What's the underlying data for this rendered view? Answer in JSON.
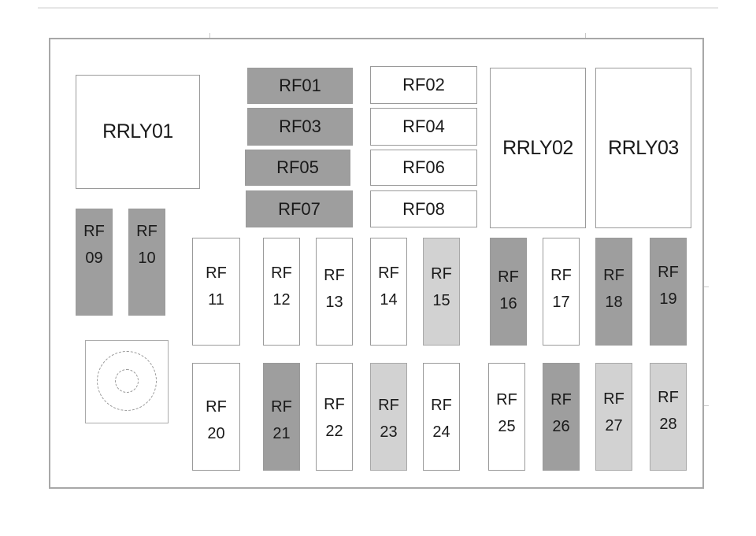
{
  "diagram": {
    "title": "",
    "relays": [
      {
        "id": "RRLY01",
        "label": "RRLY01"
      },
      {
        "id": "RRLY02",
        "label": "RRLY02"
      },
      {
        "id": "RRLY03",
        "label": "RRLY03"
      }
    ],
    "fuses": [
      {
        "id": "RF01",
        "label": "RF01",
        "shade": "dark"
      },
      {
        "id": "RF02",
        "label": "RF02",
        "shade": "white"
      },
      {
        "id": "RF03",
        "label": "RF03",
        "shade": "dark"
      },
      {
        "id": "RF04",
        "label": "RF04",
        "shade": "white"
      },
      {
        "id": "RF05",
        "label": "RF05",
        "shade": "dark"
      },
      {
        "id": "RF06",
        "label": "RF06",
        "shade": "white"
      },
      {
        "id": "RF07",
        "label": "RF07",
        "shade": "dark"
      },
      {
        "id": "RF08",
        "label": "RF08",
        "shade": "white"
      },
      {
        "id": "RF09",
        "line1": "RF",
        "line2": "09",
        "shade": "dark"
      },
      {
        "id": "RF10",
        "line1": "RF",
        "line2": "10",
        "shade": "dark"
      },
      {
        "id": "RF11",
        "line1": "RF",
        "line2": "11",
        "shade": "white"
      },
      {
        "id": "RF12",
        "line1": "RF",
        "line2": "12",
        "shade": "white"
      },
      {
        "id": "RF13",
        "line1": "RF",
        "line2": "13",
        "shade": "white"
      },
      {
        "id": "RF14",
        "line1": "RF",
        "line2": "14",
        "shade": "white"
      },
      {
        "id": "RF15",
        "line1": "RF",
        "line2": "15",
        "shade": "light"
      },
      {
        "id": "RF16",
        "line1": "RF",
        "line2": "16",
        "shade": "dark"
      },
      {
        "id": "RF17",
        "line1": "RF",
        "line2": "17",
        "shade": "white"
      },
      {
        "id": "RF18",
        "line1": "RF",
        "line2": "18",
        "shade": "dark"
      },
      {
        "id": "RF19",
        "line1": "RF",
        "line2": "19",
        "shade": "dark"
      },
      {
        "id": "RF20",
        "line1": "RF",
        "line2": "20",
        "shade": "white"
      },
      {
        "id": "RF21",
        "line1": "RF",
        "line2": "21",
        "shade": "dark"
      },
      {
        "id": "RF22",
        "line1": "RF",
        "line2": "22",
        "shade": "white"
      },
      {
        "id": "RF23",
        "line1": "RF",
        "line2": "23",
        "shade": "light"
      },
      {
        "id": "RF24",
        "line1": "RF",
        "line2": "24",
        "shade": "white"
      },
      {
        "id": "RF25",
        "line1": "RF",
        "line2": "25",
        "shade": "white"
      },
      {
        "id": "RF26",
        "line1": "RF",
        "line2": "26",
        "shade": "dark"
      },
      {
        "id": "RF27",
        "line1": "RF",
        "line2": "27",
        "shade": "light"
      },
      {
        "id": "RF28",
        "line1": "RF",
        "line2": "28",
        "shade": "light"
      }
    ],
    "colors": {
      "dark": "#9e9e9e",
      "light": "#d2d2d2",
      "white": "#ffffff",
      "border": "#9a9a9a"
    }
  }
}
